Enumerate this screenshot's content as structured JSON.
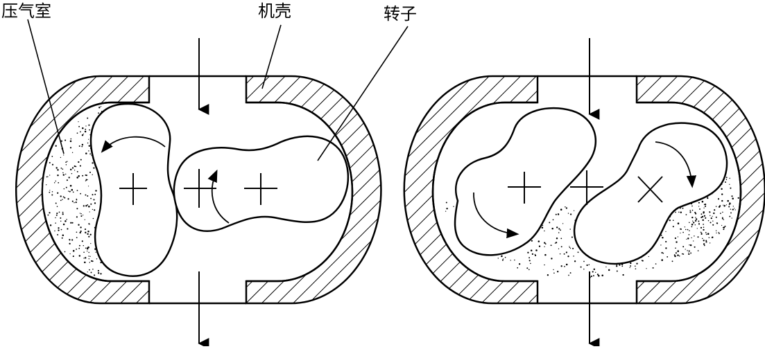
{
  "labels": {
    "pressure_chamber": "压气室",
    "casing": "机壳",
    "rotor": "转子"
  },
  "colors": {
    "ink": "#000000",
    "background": "#ffffff"
  }
}
